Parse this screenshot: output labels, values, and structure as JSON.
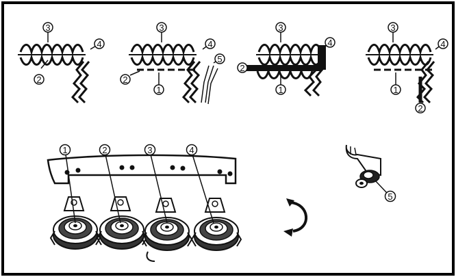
{
  "callouts": {
    "top_panel_1": {
      "c3": "3",
      "c4": "4",
      "c2": "2"
    },
    "top_panel_2": {
      "c3": "3",
      "c4": "4",
      "c5": "5",
      "c2": "2",
      "c1": "1"
    },
    "top_panel_3": {
      "c3": "3",
      "c4": "4",
      "c2": "2",
      "c1": "1"
    },
    "top_panel_4": {
      "c3": "3",
      "c4": "4",
      "c1": "1",
      "c2": "2"
    },
    "bottom_guides": {
      "c1": "1",
      "c2": "2",
      "c3": "3",
      "c4": "4"
    },
    "bracket": {
      "c5": "5"
    }
  },
  "colors": {
    "line": "#111111",
    "frame": "#000000",
    "fill_dark": "#222222",
    "fill_light": "#eeeeee"
  },
  "icons": [
    "thread-path-icon",
    "tension-dial-icon",
    "rotate-arrow-icon",
    "bracket-icon"
  ]
}
